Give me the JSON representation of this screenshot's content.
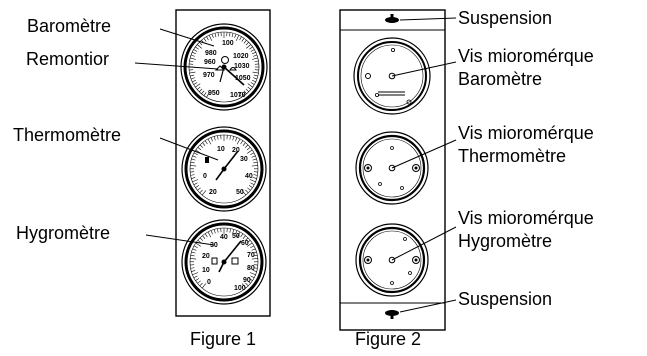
{
  "figure1": {
    "caption": "Figure 1",
    "labels": {
      "barometer": "Baromètre",
      "winder": "Remontior",
      "thermometer": "Thermomètre",
      "hygrometer": "Hygromètre"
    },
    "barometer_scale": [
      "960",
      "980",
      "100",
      "1020",
      "1030",
      "1050",
      "1070",
      "950",
      "970"
    ],
    "thermometer_scale": [
      "10",
      "20",
      "30",
      "40",
      "50",
      "20",
      "0"
    ],
    "hygrometer_scale": [
      "30",
      "40",
      "50",
      "60",
      "70",
      "80",
      "90",
      "20",
      "10",
      "0",
      "100"
    ]
  },
  "figure2": {
    "caption": "Figure 2",
    "labels": {
      "hanger_top": "Suspension",
      "screw_barometer_1": "Vis mioromérque",
      "screw_barometer_2": "Baromètre",
      "screw_thermometer_1": "Vis mioromérque",
      "screw_thermometer_2": "Thermomètre",
      "screw_hygrometer_1": "Vis mioromérque",
      "screw_hygrometer_2": "Hygromètre",
      "hanger_bottom": "Suspension"
    }
  }
}
